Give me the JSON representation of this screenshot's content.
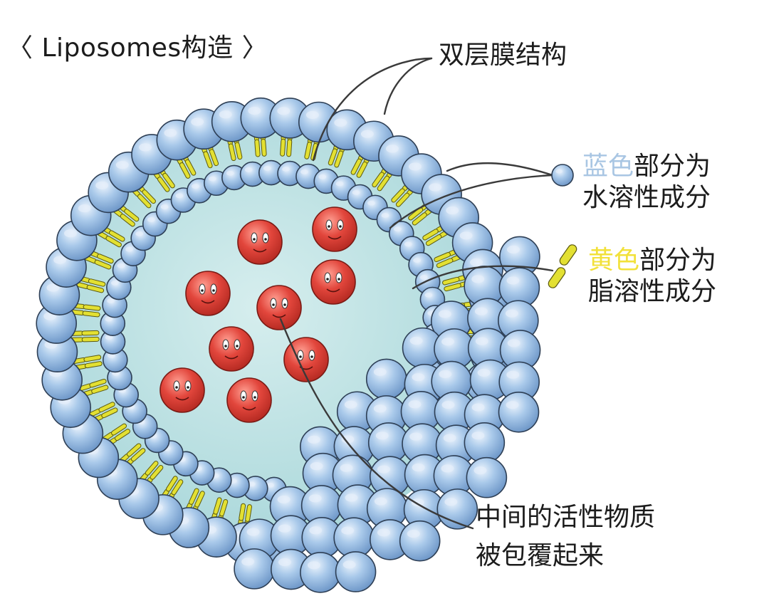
{
  "title": {
    "open_bracket": "〈",
    "text": "Liposomes构造",
    "close_bracket": "〉"
  },
  "labels": {
    "bilayer": "双层膜结构",
    "blue_highlight": "蓝色",
    "blue_line1_rest": "部分为",
    "blue_line2": "水溶性成分",
    "yellow_highlight": "黄色",
    "yellow_line1_rest": "部分为",
    "yellow_line2": "脂溶性成分",
    "core_line1": "中间的活性物质",
    "core_line2": "被包覆起来"
  },
  "colors": {
    "head_fill": "#9cc0e6",
    "head_highlight": "#e4eefa",
    "head_outline": "#2e3f55",
    "tail_fill": "#e3e032",
    "tail_outline": "#5c5a10",
    "core_fill": "#bfe3e4",
    "cargo_fill": "#e0463c",
    "cargo_highlight": "#ffb0a4",
    "leader_line": "#3a3a3a",
    "blue_text": "#a9c6e3",
    "yellow_text": "#f2e13a"
  }
}
